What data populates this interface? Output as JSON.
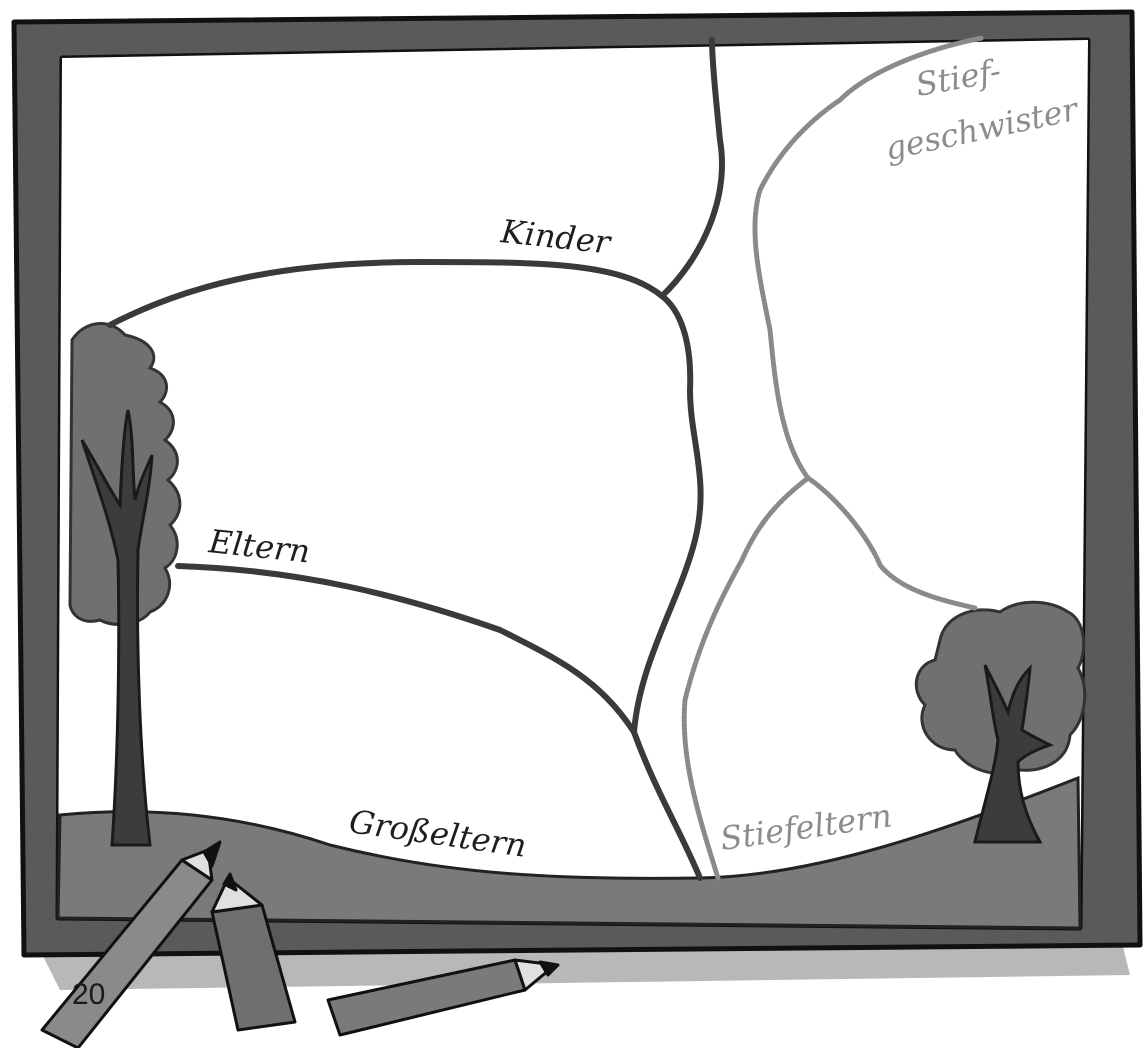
{
  "labels": {
    "kinder": "Kinder",
    "eltern": "Eltern",
    "grosseltern": "Großeltern",
    "stiefeltern": "Stiefeltern",
    "stiefgeschwister_1": "Stief-",
    "stiefgeschwister_2": "geschwister"
  },
  "page_number": "20",
  "colors": {
    "frame": "#5a5a5a",
    "frame_outline": "#111111",
    "tree_foliage": "#707070",
    "tree_trunk": "#3c3c3c",
    "ground": "#7a7a7a",
    "line_dark": "#3a3a3a",
    "line_light": "#9a9a9a",
    "pencil": "#6f6f6f"
  }
}
